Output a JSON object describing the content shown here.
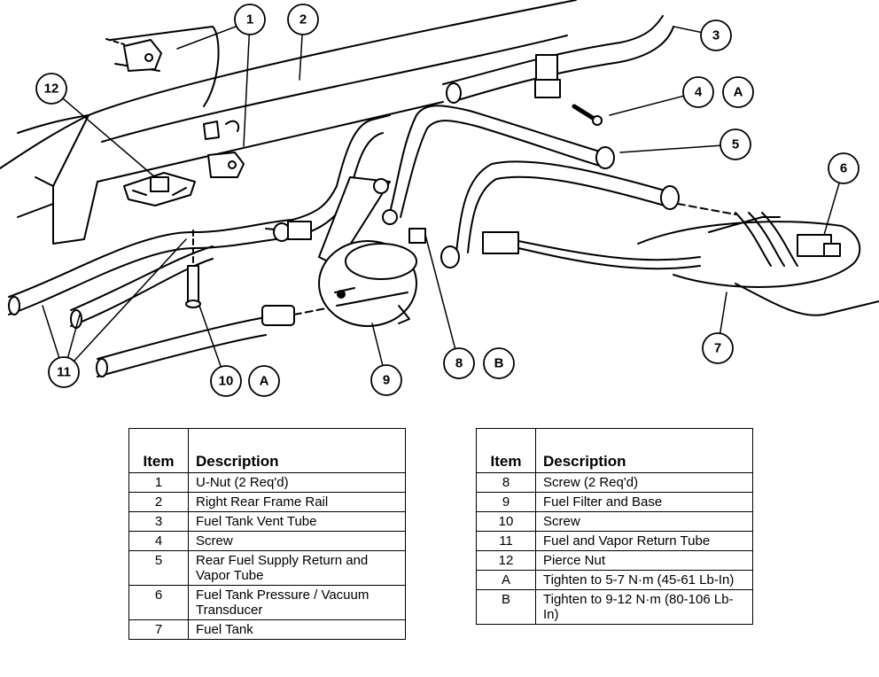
{
  "callouts": [
    {
      "id": "1",
      "label": "1"
    },
    {
      "id": "2",
      "label": "2"
    },
    {
      "id": "3",
      "label": "3"
    },
    {
      "id": "4",
      "label": "4"
    },
    {
      "id": "4a",
      "label": "A"
    },
    {
      "id": "5",
      "label": "5"
    },
    {
      "id": "6",
      "label": "6"
    },
    {
      "id": "7",
      "label": "7"
    },
    {
      "id": "8",
      "label": "8"
    },
    {
      "id": "8b",
      "label": "B"
    },
    {
      "id": "9",
      "label": "9"
    },
    {
      "id": "10",
      "label": "10"
    },
    {
      "id": "10a",
      "label": "A"
    },
    {
      "id": "11",
      "label": "11"
    },
    {
      "id": "12",
      "label": "12"
    }
  ],
  "table_left": {
    "header_item": "Item",
    "header_desc": "Description",
    "rows": [
      {
        "item": "1",
        "desc": "U-Nut (2 Req'd)"
      },
      {
        "item": "2",
        "desc": "Right Rear Frame Rail"
      },
      {
        "item": "3",
        "desc": "Fuel Tank Vent Tube"
      },
      {
        "item": "4",
        "desc": "Screw"
      },
      {
        "item": "5",
        "desc": "Rear Fuel Supply Return and Vapor Tube"
      },
      {
        "item": "6",
        "desc": "Fuel Tank Pressure / Vacuum Transducer"
      },
      {
        "item": "7",
        "desc": "Fuel Tank"
      }
    ]
  },
  "table_right": {
    "header_item": "Item",
    "header_desc": "Description",
    "rows": [
      {
        "item": "8",
        "desc": "Screw (2 Req'd)"
      },
      {
        "item": "9",
        "desc": "Fuel Filter and Base"
      },
      {
        "item": "10",
        "desc": "Screw"
      },
      {
        "item": "11",
        "desc": "Fuel and Vapor Return Tube"
      },
      {
        "item": "12",
        "desc": "Pierce Nut"
      },
      {
        "item": "A",
        "desc": "Tighten to 5-7 N·m (45-61 Lb-In)"
      },
      {
        "item": "B",
        "desc": "Tighten to 9-12 N·m (80-106 Lb-In)"
      }
    ]
  }
}
